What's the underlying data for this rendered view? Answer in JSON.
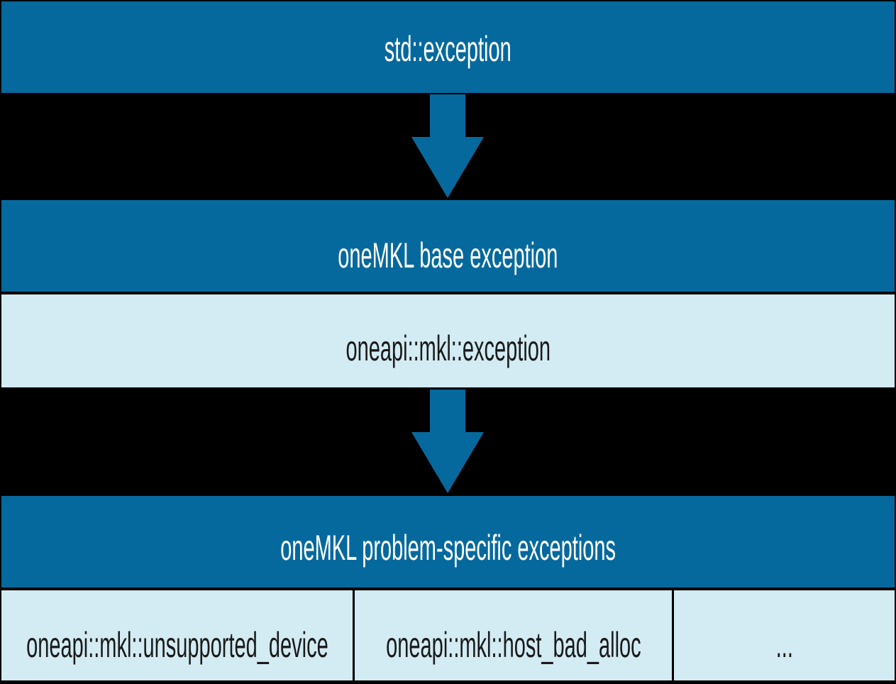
{
  "diagram": {
    "description": "Exception class hierarchy diagram",
    "background_color": "#000000",
    "colors": {
      "node_header": "#06699d",
      "node_body": "#d3ebf3",
      "arrow": "#06699d",
      "text_on_dark": "#ffffff",
      "text_on_light": "#1a1a1a",
      "border": "#000000"
    },
    "nodes": {
      "std_exception": {
        "label": "std::exception"
      },
      "base_exception": {
        "header": "oneMKL base exception",
        "body": "oneapi::mkl::exception"
      },
      "problem_specific": {
        "header": "oneMKL problem-specific exceptions",
        "cells": [
          "oneapi::mkl::unsupported_device",
          "oneapi::mkl::host_bad_alloc",
          "..."
        ]
      }
    },
    "arrows": [
      {
        "name": "std-exception-to-base-exception",
        "direction": "down"
      },
      {
        "name": "base-exception-to-problem-specific",
        "direction": "down"
      }
    ]
  }
}
